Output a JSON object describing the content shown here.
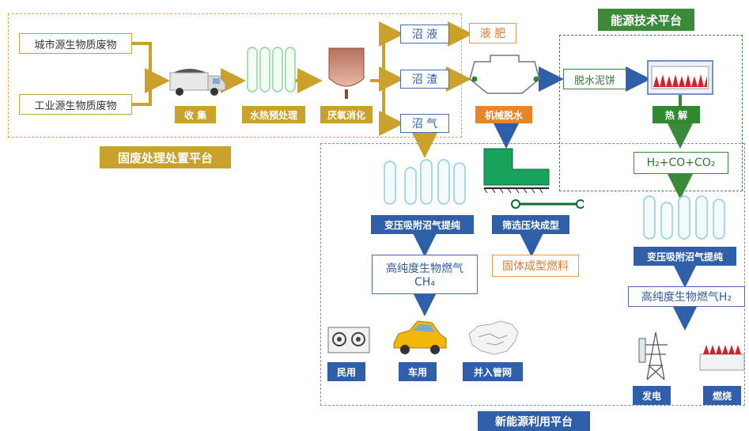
{
  "platforms": {
    "solid_waste": "固废处理处置平台",
    "energy_tech": "能源技术平台",
    "new_energy": "新能源利用平台"
  },
  "inputs": {
    "urban": "城市源生物质废物",
    "industrial": "工业源生物质废物"
  },
  "stages": {
    "collect": "收 集",
    "pretreat": "水热预处理",
    "anaerobic": "厌氧消化",
    "dewater": "机械脱水",
    "pyrolysis": "热 解"
  },
  "products": {
    "biogas_liquid": "沼 液",
    "biogas_residue": "沼 渣",
    "biogas": "沼 气",
    "liquid_fertilizer": "液 肥",
    "dewatered_cake": "脱水泥饼",
    "syngas": "H₂+CO+CO₂"
  },
  "left_branch": {
    "psa": "变压吸附沼气提纯",
    "gas_line1": "高纯度生物燃气",
    "gas_line2": "CH₄",
    "uses": [
      "民用",
      "车用",
      "并入管网"
    ]
  },
  "middle_branch": {
    "screening": "筛选压块成型",
    "fuel": "固体成型燃料"
  },
  "right_branch": {
    "psa": "变压吸附沼气提纯",
    "gas": "高纯度生物燃气H₂",
    "uses": [
      "发电",
      "燃烧"
    ]
  },
  "colors": {
    "gold": "#c9a12b",
    "green": "#2f8a2f",
    "blue": "#2f5fa8",
    "orange": "#e88528"
  }
}
